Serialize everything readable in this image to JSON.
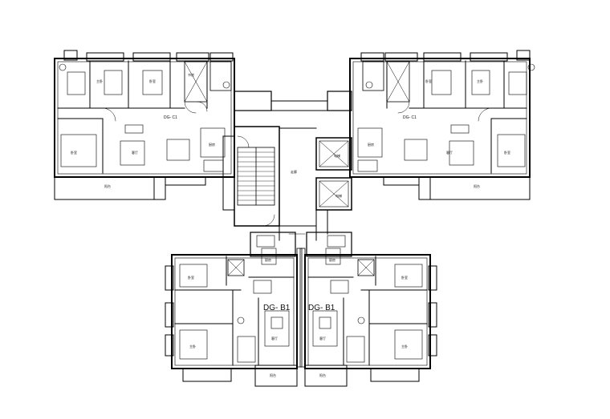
{
  "units": {
    "upper_left": "DG- C1",
    "upper_right": "DG- C1",
    "lower_left": "DG- B1",
    "lower_right": "DG- B1"
  },
  "rooms": {
    "bedroom": "卧室",
    "master_bedroom": "主卧",
    "study": "书房",
    "bath": "卫生间",
    "kitchen": "厨房",
    "dining": "餐厅",
    "living": "客厅",
    "balcony": "阳台",
    "corridor": "走廊",
    "elevator": "电梯",
    "stair": "楼梯"
  }
}
